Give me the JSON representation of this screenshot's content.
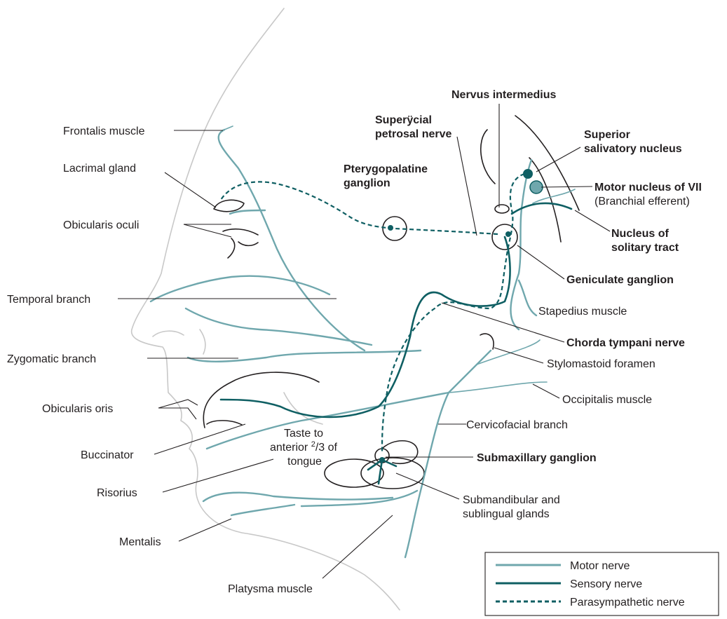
{
  "colors": {
    "motor": "#6fa7ad",
    "sensory": "#0f5f63",
    "structure": "#231f20",
    "face_outline": "#c8c8c8"
  },
  "labels": {
    "frontalis": "Frontalis muscle",
    "lacrimal": "Lacrimal gland",
    "obicularis_oculi": "Obicularis oculi",
    "temporal": "Temporal branch",
    "zygomatic": "Zygomatic branch",
    "obicularis_oris": "Obicularis oris",
    "buccinator": "Buccinator",
    "risorius": "Risorius",
    "mentalis": "Mentalis",
    "platysma": "Platysma muscle",
    "nervus_intermedius": "Nervus intermedius",
    "superficial_petrosal_1": "Superÿcial",
    "superficial_petrosal_2": "petrosal nerve",
    "pterygopalatine_1": "Pterygopalatine",
    "pterygopalatine_2": "ganglion",
    "superior_salivatory_1": "Superior",
    "superior_salivatory_2": "salivatory nucleus",
    "motor_nucleus_1": "Motor nucleus of VII",
    "motor_nucleus_2": "(Branchial efferent)",
    "solitary_1": "Nucleus of",
    "solitary_2": "solitary tract",
    "geniculate": "Geniculate ganglion",
    "stapedius": "Stapedius muscle",
    "chorda_tympani": "Chorda tympani nerve",
    "stylomastoid": "Stylomastoid foramen",
    "occipitalis": "Occipitalis muscle",
    "cervicofacial": "Cervicofacial branch",
    "taste_1": "Taste to",
    "taste_2_pre": "anterior ",
    "taste_2_sup": "2",
    "taste_2_sub": "/3",
    "taste_2_post": " of",
    "taste_3": "tongue",
    "submaxillary": "Submaxillary ganglion",
    "submandibular_1": "Submandibular and",
    "submandibular_2": "sublingual glands"
  },
  "legend": {
    "motor": "Motor nerve",
    "sensory": "Sensory nerve",
    "parasympathetic": "Parasympathetic nerve"
  }
}
